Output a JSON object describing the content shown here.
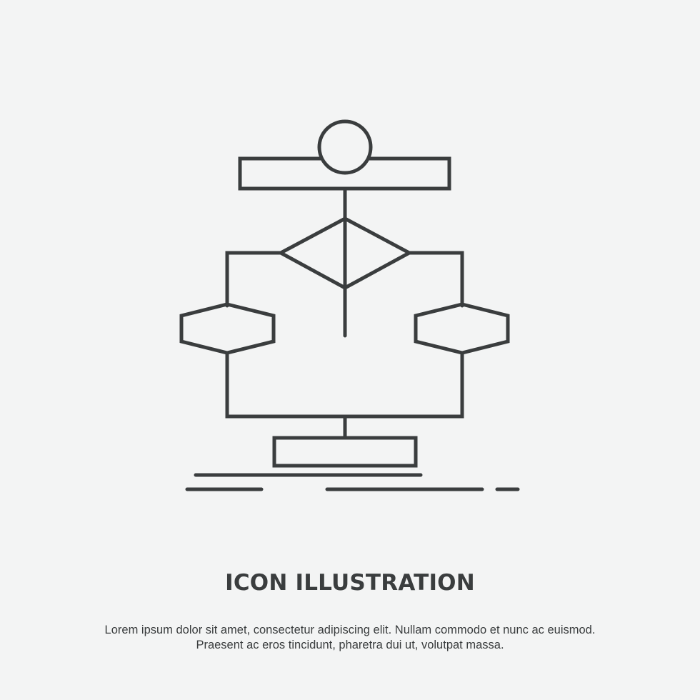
{
  "colors": {
    "background": "#f3f4f4",
    "stroke": "#3a3d3e",
    "text": "#3a3d3e"
  },
  "icon": {
    "name": "algorithm-flowchart-icon"
  },
  "heading": {
    "title": "ICON ILLUSTRATION"
  },
  "description": {
    "line1": "Lorem ipsum dolor sit amet, consectetur adipiscing elit. Nullam commodo et nunc ac euismod.",
    "line2": "Praesent ac eros tincidunt, pharetra dui ut, volutpat massa."
  }
}
